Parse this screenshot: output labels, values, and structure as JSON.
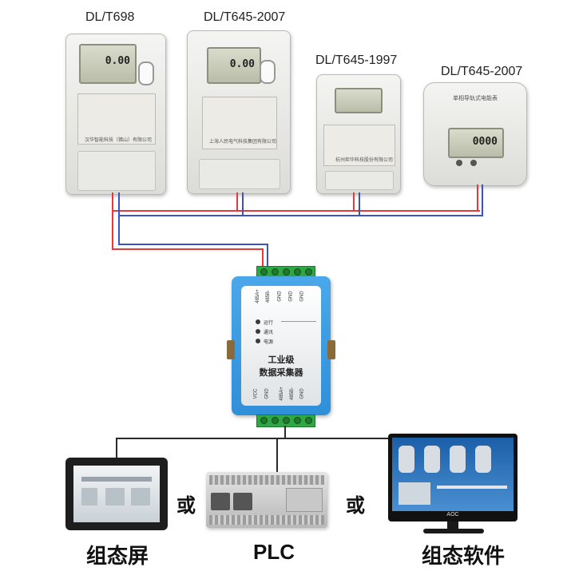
{
  "meters": [
    {
      "protocol": "DL/T698",
      "display": "0.00",
      "nameplate": "汉华智能科技（佛山）有限公司"
    },
    {
      "protocol": "DL/T645-2007",
      "display": "0.00",
      "nameplate": "上海人民电气科技集团有限公司"
    },
    {
      "protocol": "DL/T645-1997",
      "nameplate": "杭州炬华科技股份有限公司"
    },
    {
      "protocol": "DL/T645-2007",
      "display": "0000",
      "nameplate": "单相导轨式电能表"
    }
  ],
  "collector": {
    "name_line1": "工业级",
    "name_line2": "数据采集器",
    "top_pins": [
      "485A+",
      "485B-",
      "GND",
      "GND",
      "GND"
    ],
    "bottom_pins": [
      "VCC",
      "GND",
      "485A+",
      "485B-",
      "GND"
    ],
    "leds": [
      "运行",
      "通讯",
      "电源"
    ]
  },
  "outputs": {
    "hmi": "组态屏",
    "plc": "PLC",
    "software": "组态软件",
    "or_text": "或",
    "monitor_brand": "AOC"
  },
  "colors": {
    "wire_red": "#e33b3b",
    "wire_blue": "#3b52c8",
    "collector_blue": "#2f8fd8",
    "terminal_green": "#2fa843"
  }
}
